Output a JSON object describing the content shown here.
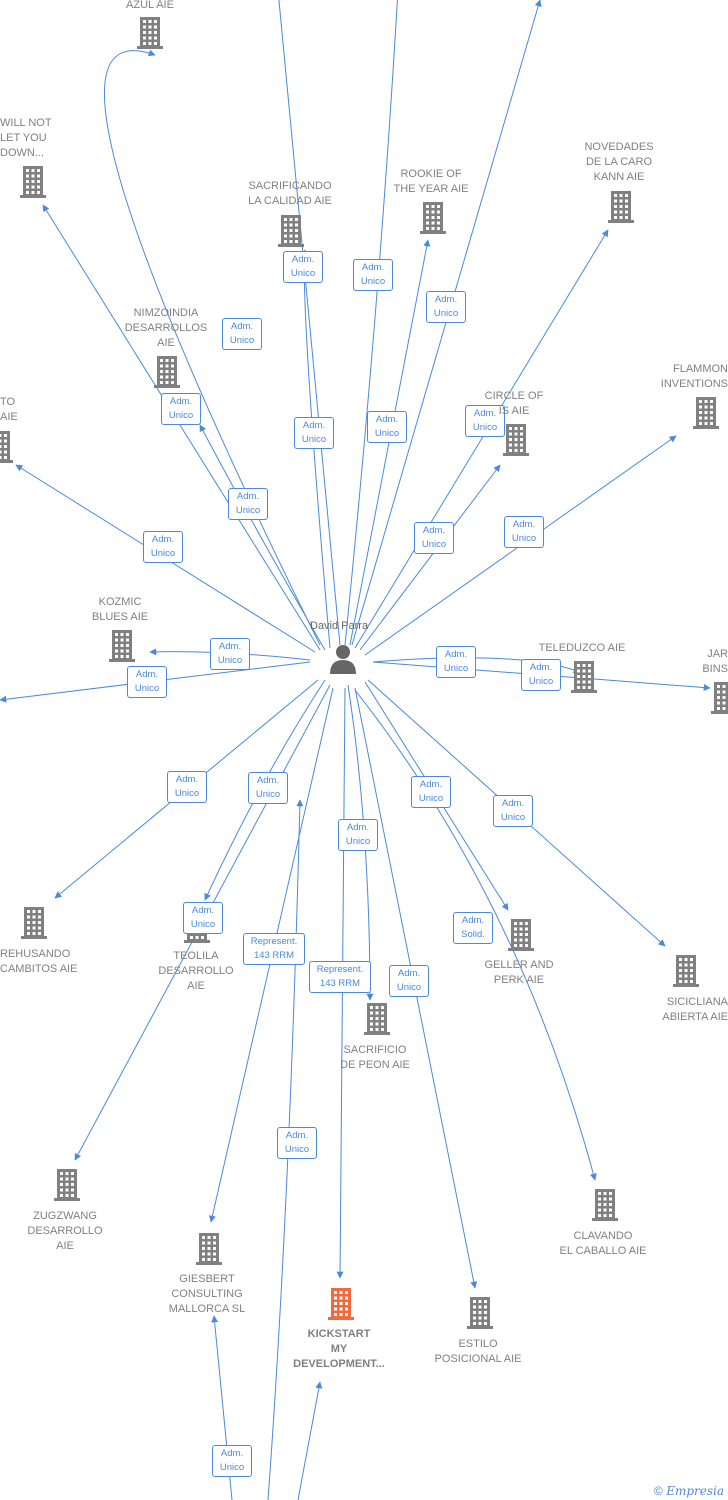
{
  "colors": {
    "edge": "#4a89dc",
    "company": "#808080",
    "highlight": "#f26a3c",
    "person": "#666666"
  },
  "person": {
    "name": "David Parra",
    "icon": "person-icon"
  },
  "companies": [
    {
      "id": "azul",
      "label": "AZUL  AIE"
    },
    {
      "id": "willnot",
      "label": "WILL NOT\nLET YOU\nDOWN..."
    },
    {
      "id": "sacrificando",
      "label": "SACRIFICANDO\nLA CALIDAD  AIE"
    },
    {
      "id": "rookie",
      "label": "ROOKIE OF\nTHE YEAR  AIE"
    },
    {
      "id": "novedades",
      "label": "NOVEDADES\nDE LA CARO\nKANN  AIE"
    },
    {
      "id": "nimzoindia",
      "label": "NIMZOINDIA\nDESARROLLOS\nAIE"
    },
    {
      "id": "flammon",
      "label": "FLAMMON\nINVENTIONS"
    },
    {
      "id": "circle",
      "label": "CIRCLE OF\nIS  AIE"
    },
    {
      "id": "to",
      "label": "TO\nAIE"
    },
    {
      "id": "kozmic",
      "label": "KOZMIC\nBLUES  AIE"
    },
    {
      "id": "teleduzco",
      "label": "TELEDUZCO  AIE"
    },
    {
      "id": "jar",
      "label": "JAR\nBINS"
    },
    {
      "id": "rehusando",
      "label": "REHUSANDO\nCAMBITOS  AIE"
    },
    {
      "id": "teolila",
      "label": "TEOLILA\nDESARROLLO\nAIE"
    },
    {
      "id": "geller",
      "label": "GELLER AND\nPERK  AIE"
    },
    {
      "id": "sicicliana",
      "label": "SICICLIANA\nABIERTA  AIE"
    },
    {
      "id": "sacrificio",
      "label": "SACRIFICIO\nDE PEON  AIE"
    },
    {
      "id": "zugzwang",
      "label": "ZUGZWANG\nDESARROLLO\nAIE"
    },
    {
      "id": "clavando",
      "label": "CLAVANDO\nEL CABALLO  AIE"
    },
    {
      "id": "giesbert",
      "label": "GIESBERT\nCONSULTING\nMALLORCA  SL"
    },
    {
      "id": "kickstart",
      "label": "KICKSTART\nMY\nDEVELOPMENT...",
      "highlight": true
    },
    {
      "id": "estilo",
      "label": "ESTILO\nPOSICIONAL  AIE"
    }
  ],
  "edge_labels": [
    "Adm.\nUnico",
    "Adm.\nUnico",
    "Adm.\nUnico",
    "Adm.\nUnico",
    "Adm.\nUnico",
    "Adm.\nUnico",
    "Adm.\nUnico",
    "Adm.\nUnico",
    "Adm.\nUnico",
    "Adm.\nUnico",
    "Adm.\nUnico",
    "Adm.\nUnico",
    "Adm.\nUnico",
    "Adm.\nUnico",
    "Adm.\nUnico",
    "Adm.\nUnico",
    "Adm.\nUnico",
    "Adm.\nUnico",
    "Adm.\nUnico",
    "Adm.\nUnico",
    "Adm.\nUnico",
    "Adm.\nUnico",
    "Represent.\n143 RRM",
    "Represent.\n143 RRM",
    "Adm.\nUnico",
    "Adm.\nSolid.",
    "Adm.\nUnico",
    "Adm.\nUnico"
  ],
  "watermark": {
    "symbol": "©",
    "brand": "Empresia"
  }
}
